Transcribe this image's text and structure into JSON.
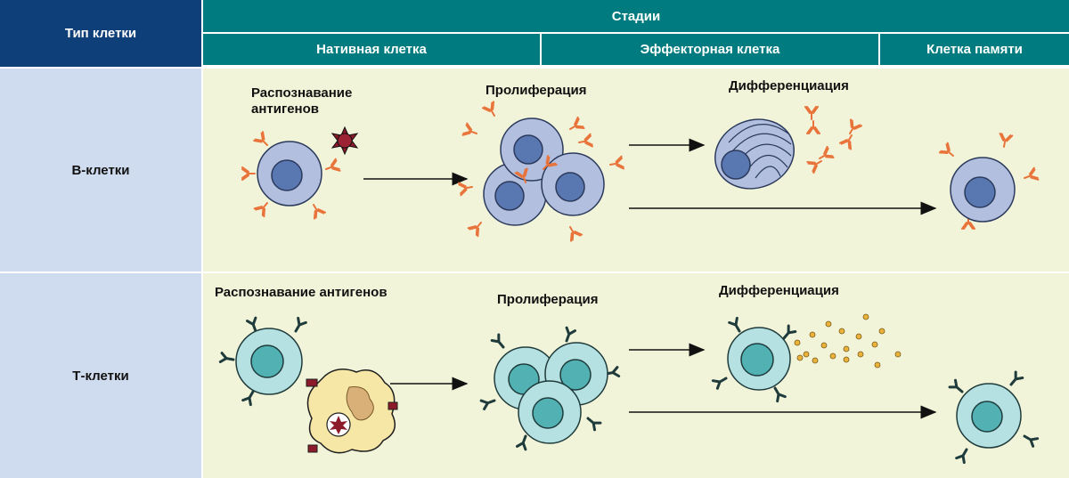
{
  "header": {
    "cell_type": "Тип клетки",
    "stages": "Стадии",
    "naive": "Нативная клетка",
    "effector": "Эффекторная клетка",
    "memory": "Клетка памяти"
  },
  "rows": {
    "b_cells": {
      "label": "В-клетки",
      "recognition": "Распознавание антигенов",
      "proliferation": "Пролиферация",
      "differentiation": "Дифференциация"
    },
    "t_cells": {
      "label": "Т-клетки",
      "recognition": "Распознавание антигенов",
      "proliferation": "Пролиферация",
      "differentiation": "Дифференциация"
    }
  },
  "colors": {
    "header_dark_blue": "#0f3f78",
    "header_teal": "#007b7f",
    "row_label_bg": "#cfdcef",
    "panel_bg": "#f2f4d9",
    "b_cell_body": "#b3bfdf",
    "b_cell_nucleus": "#5977b1",
    "antibody": "#e8743b",
    "t_cell_body": "#b6e1e3",
    "t_cell_nucleus": "#52b1b2",
    "tcr": "#1f3b3b",
    "antigen": "#8c1a2a",
    "apc_body": "#f7e7a6",
    "cytokine": "#e9b23a"
  }
}
